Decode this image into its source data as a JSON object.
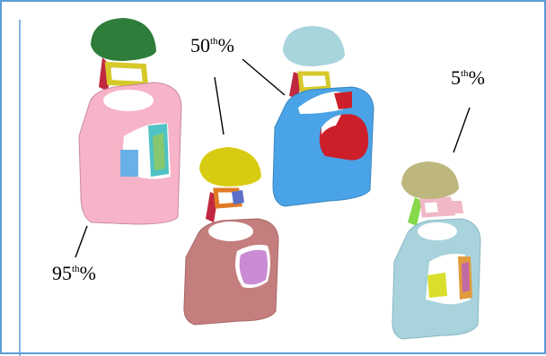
{
  "labels": {
    "p95": {
      "num": "95",
      "sup": "th",
      "pct": "%"
    },
    "p50": {
      "num": "50",
      "sup": "th",
      "pct": "%"
    },
    "p5": {
      "num": "5",
      "sup": "th",
      "pct": "%"
    }
  },
  "colors": {
    "border": "#5b9bd5",
    "vest_95": "#f7b3c8",
    "helmet_95": "#2e7d3a",
    "vest_50_blue": "#4aa3e6",
    "helmet_50_blue": "#a8d4dc",
    "plate_50_blue": "#cc1f2a",
    "vest_50_brown": "#c47e7e",
    "helmet_50_brown": "#d8cc12",
    "plate_50_brown": "#c98cd4",
    "vest_5": "#a8d3dc",
    "helmet_5": "#bdb77e",
    "plate_5": "#d9df2a"
  }
}
